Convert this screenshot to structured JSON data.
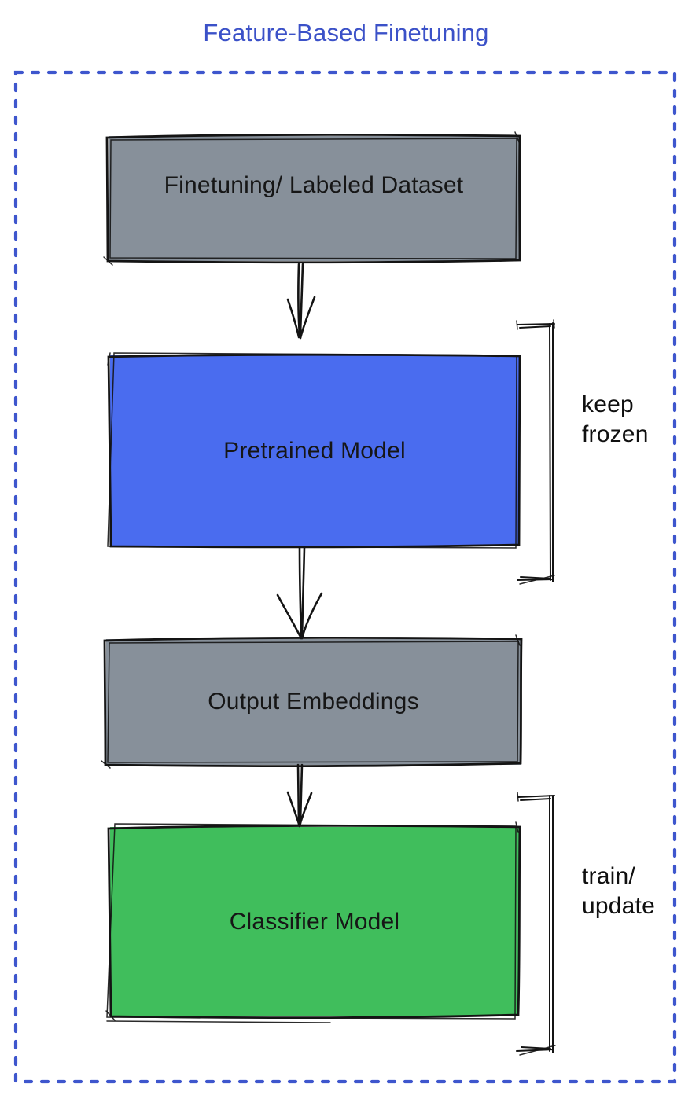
{
  "title": "Feature-Based Finetuning",
  "colors": {
    "title_blue": "#3b51c8",
    "frame_blue": "#3e56cd",
    "node_gray": "#87909a",
    "node_blue": "#4a6cef",
    "node_green": "#40be5c",
    "ink": "#141414"
  },
  "nodes": [
    {
      "id": "dataset",
      "label": "Finetuning/ Labeled Dataset",
      "fill": "gray"
    },
    {
      "id": "pretrained",
      "label": "Pretrained Model",
      "fill": "blue"
    },
    {
      "id": "embeddings",
      "label": "Output Embeddings",
      "fill": "gray"
    },
    {
      "id": "classifier",
      "label": "Classifier Model",
      "fill": "green"
    }
  ],
  "edges": [
    {
      "from": "dataset",
      "to": "pretrained",
      "icon": "arrow-down-icon"
    },
    {
      "from": "pretrained",
      "to": "embeddings",
      "icon": "arrow-down-icon"
    },
    {
      "from": "embeddings",
      "to": "classifier",
      "icon": "arrow-down-icon"
    }
  ],
  "annotations": [
    {
      "target": "pretrained",
      "icon": "right-bracket-icon",
      "lines": [
        "keep",
        "frozen"
      ]
    },
    {
      "target": "classifier",
      "icon": "right-bracket-icon",
      "lines": [
        "train/",
        "update"
      ]
    }
  ]
}
